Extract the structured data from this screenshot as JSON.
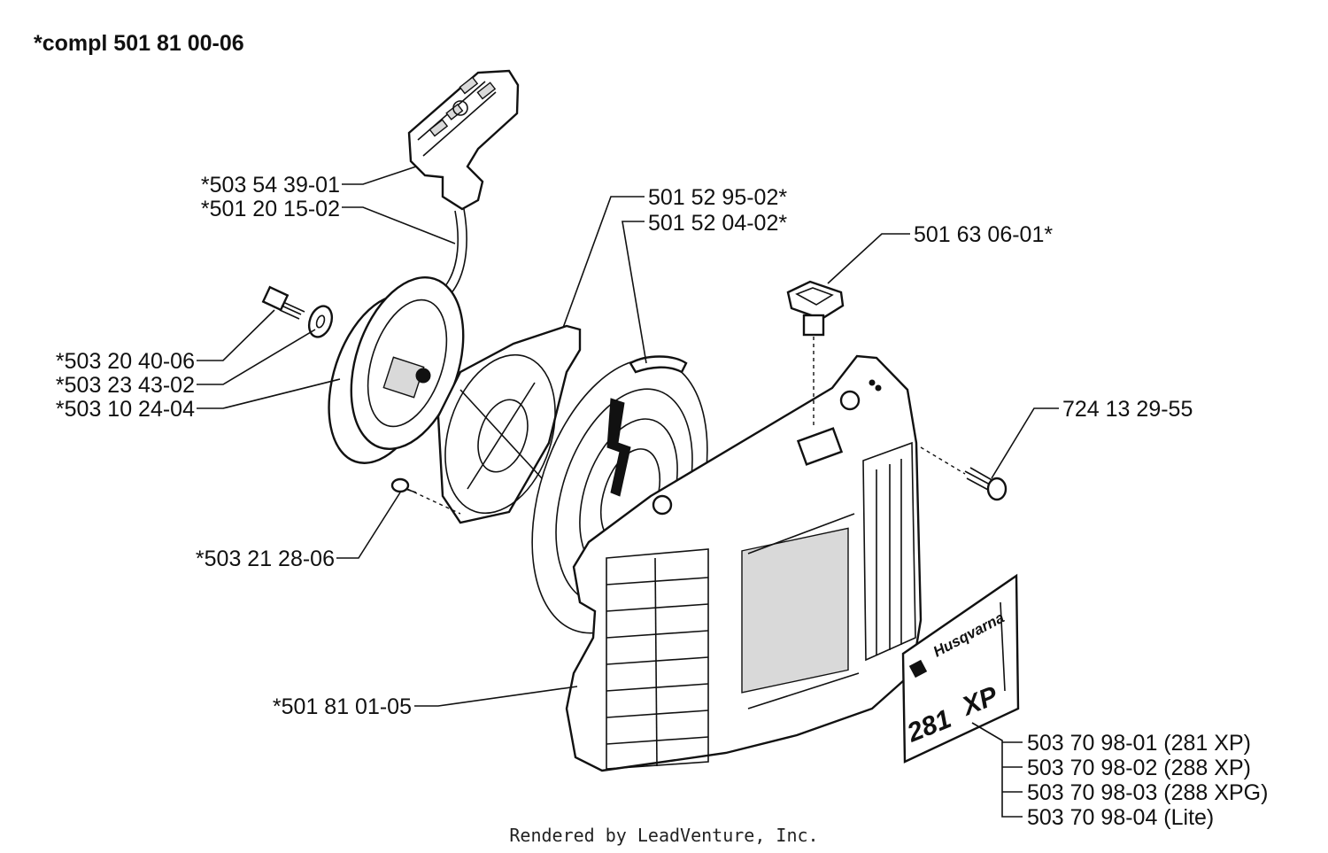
{
  "title": "*compl 501 81 00-06",
  "footer": "Rendered by LeadVenture, Inc.",
  "decal": {
    "brand": "Husqvarna",
    "model": "281",
    "suffix": "XP"
  },
  "labels": {
    "handle": "*503 54 39-01",
    "rope": "*501 20 15-02",
    "spring_cassette": "501 52 95-02*",
    "spring": "501 52 04-02*",
    "knob": "501 63 06-01*",
    "screw_cover": "724 13 29-55",
    "screw_pulley": "*503 20 40-06",
    "washer": "*503 23 43-02",
    "pulley": "*503 10 24-04",
    "screw_small": "*503 21 28-06",
    "cover": "*501 81 01-05",
    "decal_281xp": "503 70 98-01 (281 XP)",
    "decal_288xp": "503 70 98-02 (288 XP)",
    "decal_288xpg": "503 70 98-03 (288 XPG)",
    "decal_lite": "503 70 98-04 (Lite)"
  }
}
